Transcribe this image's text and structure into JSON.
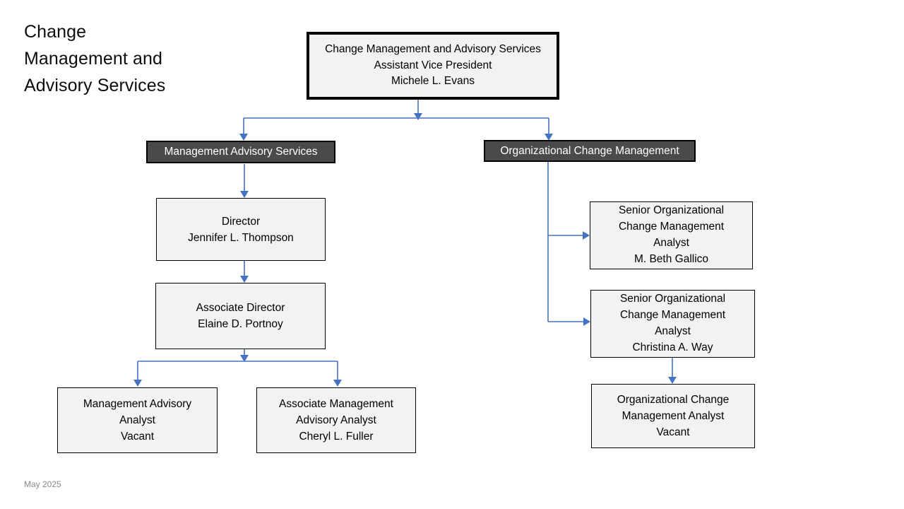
{
  "title": "Change\nManagement and\nAdvisory Services",
  "footer": {
    "date": "May 2025"
  },
  "colors": {
    "connector": "#4472C4",
    "box_fill": "#F2F2F2",
    "box_border": "#000000",
    "unit_fill": "#4A4A4A",
    "unit_text": "#FFFFFF",
    "title_text": "#0D0D0D",
    "footer_text": "#8A8A8A"
  },
  "org_chart": {
    "root": {
      "id": "root",
      "type": "root",
      "text": "Change Management and Advisory Services\nAssistant Vice President\nMichele L. Evans",
      "lines": [
        "Change Management and Advisory Services",
        "Assistant Vice President",
        "Michele L. Evans"
      ]
    },
    "units": [
      {
        "id": "management-advisory-services",
        "type": "unit",
        "text": "Management Advisory Services"
      },
      {
        "id": "organizational-change-management",
        "type": "unit",
        "text": "Organizational Change Management"
      }
    ],
    "left_branch": [
      {
        "id": "director",
        "type": "person",
        "text": "Director\nJennifer L. Thompson",
        "lines": [
          "Director",
          "Jennifer L. Thompson"
        ]
      },
      {
        "id": "associate-director",
        "type": "person",
        "text": "Associate Director\nElaine D. Portnoy",
        "lines": [
          "Associate Director",
          "Elaine D. Portnoy"
        ]
      },
      {
        "id": "management-advisory-analyst",
        "type": "person",
        "text": "Management Advisory\nAnalyst\nVacant",
        "lines": [
          "Management Advisory",
          "Analyst",
          "Vacant"
        ]
      },
      {
        "id": "associate-management-advisory-analyst",
        "type": "person",
        "text": "Associate Management\nAdvisory Analyst\nCheryl L. Fuller",
        "lines": [
          "Associate Management",
          "Advisory Analyst",
          "Cheryl L. Fuller"
        ]
      }
    ],
    "right_branch": [
      {
        "id": "senior-ocm-analyst-gallico",
        "type": "person",
        "text": "Senior Organizational\nChange Management\nAnalyst\nM. Beth Gallico",
        "lines": [
          "Senior Organizational",
          "Change Management",
          "Analyst",
          "M. Beth Gallico"
        ]
      },
      {
        "id": "senior-ocm-analyst-way",
        "type": "person",
        "text": "Senior Organizational\nChange Management\nAnalyst\nChristina A. Way",
        "lines": [
          "Senior Organizational",
          "Change Management",
          "Analyst",
          "Christina A. Way"
        ]
      },
      {
        "id": "ocm-analyst-vacant",
        "type": "person",
        "text": "Organizational Change\nManagement Analyst\nVacant",
        "lines": [
          "Organizational Change",
          "Management Analyst",
          "Vacant"
        ]
      }
    ]
  }
}
